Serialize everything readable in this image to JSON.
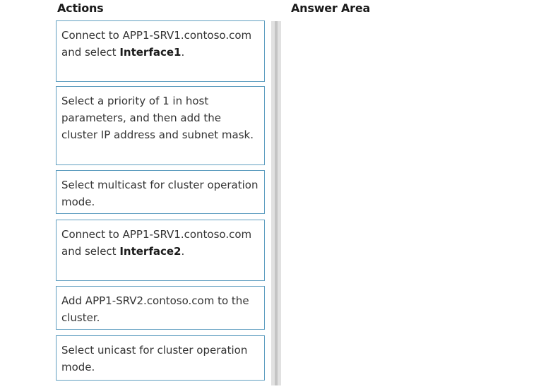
{
  "headings": {
    "actions": "Actions",
    "answer_area": "Answer Area"
  },
  "actions": [
    {
      "text": "Connect to APP1-SRV1.contoso.com and select ",
      "bold": "Interface1",
      "suffix": "."
    },
    {
      "text": "Select a priority of 1 in host parameters, and then add the cluster IP address and subnet mask.",
      "bold": "",
      "suffix": ""
    },
    {
      "text": "Select multicast for cluster operation mode.",
      "bold": "",
      "suffix": ""
    },
    {
      "text": "Connect to APP1-SRV1.contoso.com and select ",
      "bold": "Interface2",
      "suffix": "."
    },
    {
      "text": "Add APP1-SRV2.contoso.com to the cluster.",
      "bold": "",
      "suffix": ""
    },
    {
      "text": "Select unicast for cluster operation mode.",
      "bold": "",
      "suffix": ""
    }
  ]
}
